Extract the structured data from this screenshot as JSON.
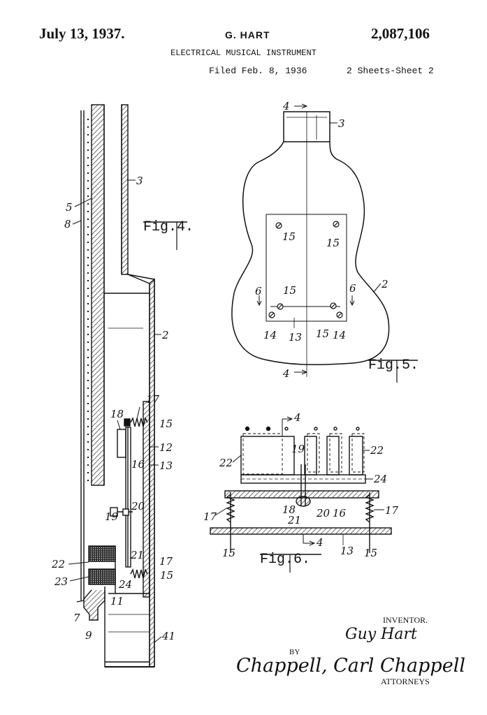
{
  "header": {
    "date": "July 13, 1937.",
    "inventor": "G. HART",
    "patent_number": "2,087,106",
    "title": "ELECTRICAL MUSICAL INSTRUMENT",
    "filed": "Filed Feb. 8, 1936",
    "sheets": "2 Sheets-Sheet 2"
  },
  "figures": {
    "fig4": {
      "label": "Fig.4.",
      "refs": {
        "r3": "3",
        "r5": "5",
        "r8": "8",
        "r2": "2",
        "r17a": "17",
        "r18": "18",
        "r15a": "15",
        "r12": "12",
        "r16": "16",
        "r13": "13",
        "r19": "19",
        "r20": "20",
        "r21": "21",
        "r22": "22",
        "r17b": "17",
        "r23": "23",
        "r24": "24",
        "r15b": "15",
        "r11": "11",
        "r7": "7",
        "r9": "9",
        "r41": "41"
      }
    },
    "fig5": {
      "label": "Fig.5.",
      "refs": {
        "r4top": "4",
        "r3": "3",
        "r15a": "15",
        "r15b": "15",
        "r15c": "15",
        "r15d": "15",
        "r6a": "6",
        "r6b": "6",
        "r2": "2",
        "r14a": "14",
        "r13": "13",
        "r14b": "14",
        "r4bottom": "4"
      }
    },
    "fig6": {
      "label": "Fig.6.",
      "refs": {
        "r4top": "4",
        "r22a": "22",
        "r19": "19",
        "r22b": "22",
        "r24": "24",
        "r17a": "17",
        "r18": "18",
        "r20": "20",
        "r16": "16",
        "r17b": "17",
        "r21": "21",
        "r4bottom": "4",
        "r15a": "15",
        "r13": "13",
        "r15b": "15"
      }
    }
  },
  "footer": {
    "inventor_label": "INVENTOR.",
    "inventor_signature": "Guy Hart",
    "by": "BY",
    "attorney_signature": "Chappell, Carl Chappell",
    "attorneys_label": "ATTORNEYS"
  }
}
